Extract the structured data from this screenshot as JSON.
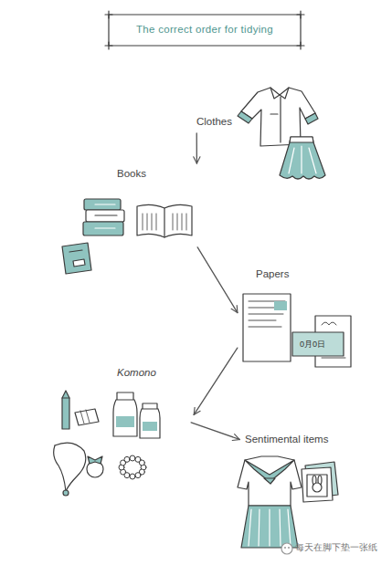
{
  "diagram": {
    "title": "The correct order for tidying",
    "nodes": [
      {
        "text": [
          "Clothes"
        ]
      },
      {
        "text": [
          "Books"
        ]
      },
      {
        "text": [
          "Papers"
        ]
      },
      {
        "text": [
          "Komono"
        ]
      },
      {
        "text": [
          "Sentimental items"
        ]
      }
    ],
    "edges": [
      {
        "from": 0,
        "to": 1,
        "arrow": "to"
      },
      {
        "from": 1,
        "to": 2,
        "arrow": "to"
      },
      {
        "from": 2,
        "to": 3,
        "arrow": "to"
      },
      {
        "from": 3,
        "to": 4,
        "arrow": "to"
      }
    ],
    "labels": [
      "0月0日",
      "每天在脚下垫一张纸"
    ]
  }
}
